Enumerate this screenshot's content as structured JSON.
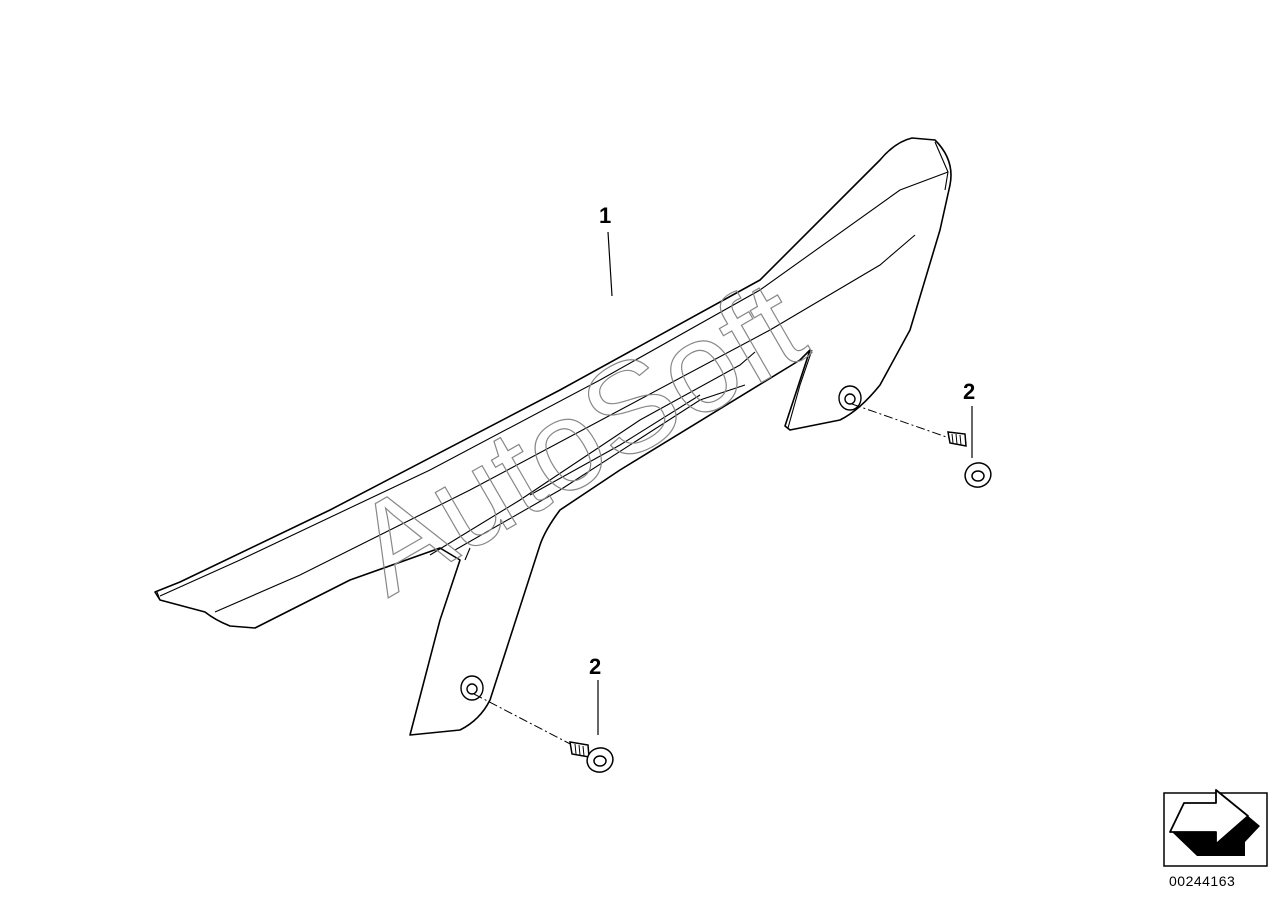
{
  "diagram": {
    "callouts": [
      {
        "id": "1",
        "part": "chain-guard"
      },
      {
        "id": "2",
        "part": "screw-right"
      },
      {
        "id": "2",
        "part": "screw-bottom"
      }
    ],
    "watermark": "AutoSoft",
    "diagram_number": "00244163",
    "icons": [
      "next-arrow-icon"
    ],
    "colors": {
      "line": "#000000",
      "background": "#ffffff",
      "watermark_stroke": "#888888"
    }
  }
}
